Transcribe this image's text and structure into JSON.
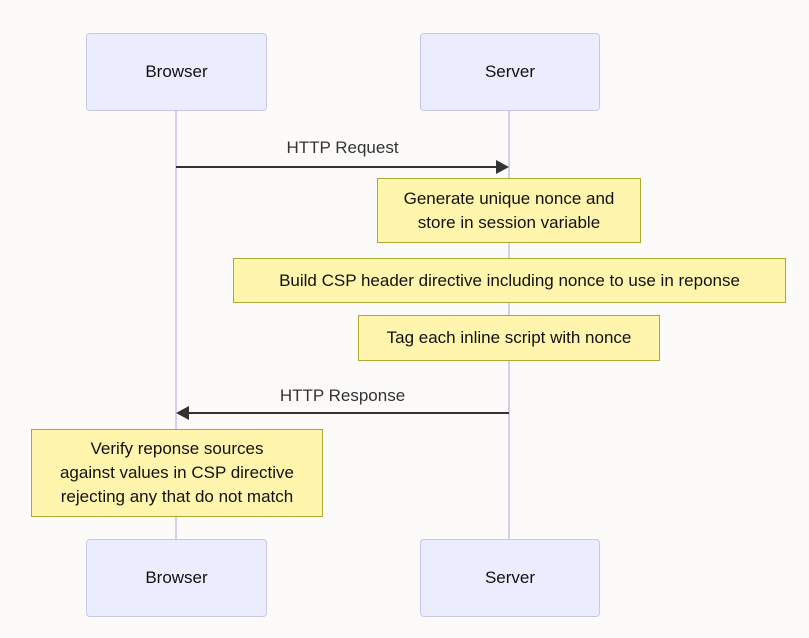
{
  "colors": {
    "background": "#fcfbfa",
    "actor_fill": "#ececff",
    "actor_border": "#c7c7ea",
    "lifeline": "#d6cdf0",
    "note_fill": "#fff5ad",
    "note_border": "#aaaa33",
    "arrow": "#333333",
    "text": "#111111",
    "message_text": "#333333"
  },
  "diagram_type": "sequence",
  "actors": [
    {
      "label": "Browser"
    },
    {
      "label": "Server"
    }
  ],
  "messages": [
    {
      "label": "HTTP Request",
      "from": "Browser",
      "to": "Server",
      "direction": "right"
    },
    {
      "label": "HTTP Response",
      "from": "Server",
      "to": "Browser",
      "direction": "left"
    }
  ],
  "notes": [
    {
      "over": "Server",
      "text": "Generate unique nonce and\nstore in session variable"
    },
    {
      "over": "Server",
      "text": "Build CSP header directive including nonce to use in reponse"
    },
    {
      "over": "Server",
      "text": "Tag each inline script with nonce"
    },
    {
      "over": "Browser",
      "text": "Verify reponse sources\nagainst values in CSP directive\nrejecting any that do not match"
    }
  ]
}
